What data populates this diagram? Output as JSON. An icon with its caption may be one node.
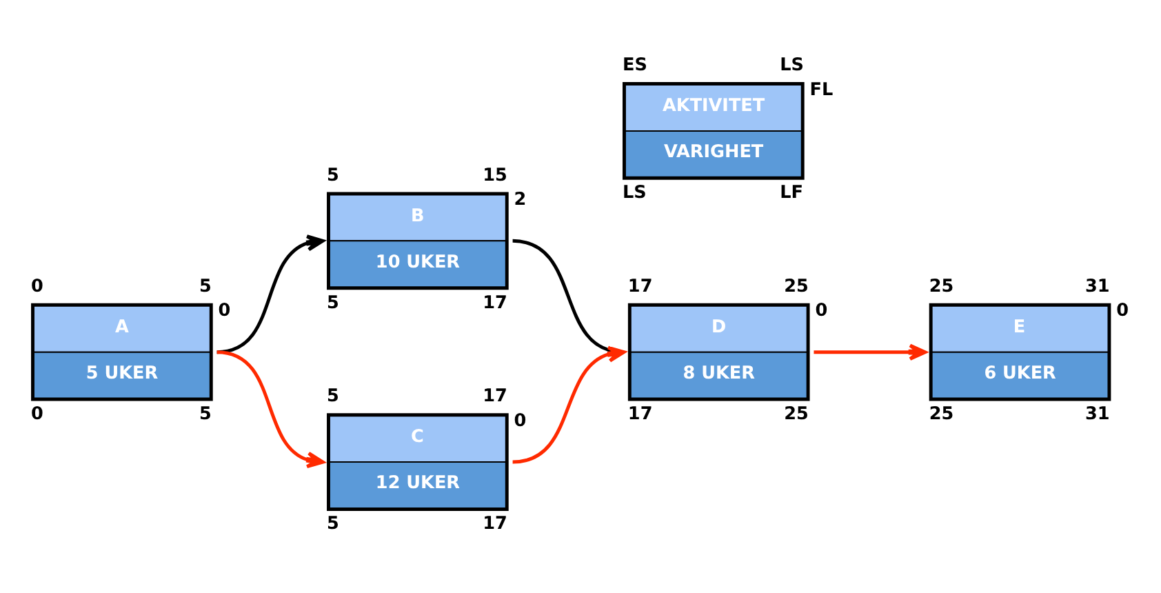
{
  "diagram": {
    "nodes": [
      {
        "text": [
          "A",
          "5 UKER"
        ],
        "beside": [
          "0",
          "5",
          "0",
          "0",
          "5"
        ]
      },
      {
        "text": [
          "B",
          "10 UKER"
        ],
        "beside": [
          "5",
          "15",
          "2",
          "5",
          "17"
        ]
      },
      {
        "text": [
          "C",
          "12 UKER"
        ],
        "beside": [
          "5",
          "17",
          "0",
          "5",
          "17"
        ]
      },
      {
        "text": [
          "D",
          "8 UKER"
        ],
        "beside": [
          "17",
          "25",
          "0",
          "17",
          "25"
        ]
      },
      {
        "text": [
          "E",
          "6 UKER"
        ],
        "beside": [
          "25",
          "31",
          "0",
          "25",
          "31"
        ]
      },
      {
        "text": [
          "AKTIVITET",
          "VARIGHET"
        ],
        "beside": [
          "ES",
          "LS",
          "FL",
          "LS",
          "LF"
        ]
      }
    ],
    "edges": [
      {
        "from": 0,
        "to": 1,
        "arrow": "to",
        "color": "#000000"
      },
      {
        "from": 0,
        "to": 2,
        "arrow": "to"
      },
      {
        "from": 1,
        "to": 3,
        "arrow": "none",
        "color": "#000000"
      },
      {
        "from": 2,
        "to": 3,
        "arrow": "to"
      },
      {
        "from": 3,
        "to": 4,
        "arrow": "to"
      }
    ]
  }
}
